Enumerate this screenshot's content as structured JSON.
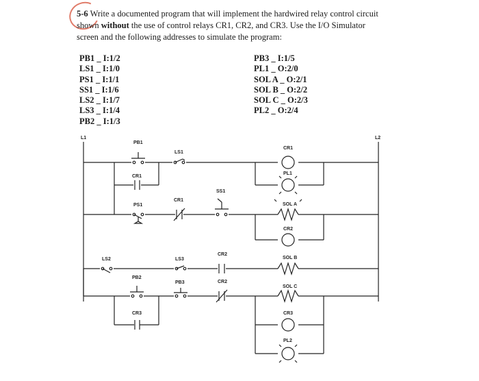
{
  "problem": {
    "number": "5-6",
    "text_a": "Write a documented program that will implement the hardwired relay control circuit",
    "text_b": "shown",
    "text_bold": "without",
    "text_c": "the use of control relays CR1, CR2, and CR3. Use the I/O Simulator",
    "text_d": "screen and the following addresses to simulate the program:"
  },
  "addresses_left": [
    "PB1 _ I:1/2",
    "LS1 _ I:1/0",
    "PS1 _ I:1/1",
    "SS1 _ I:1/6",
    "LS2 _ I:1/7",
    "LS3 _ I:1/4",
    "PB2 _ I:1/3"
  ],
  "addresses_right": [
    "PB3 _ I:1/5",
    "PL1 _ O:2/0",
    "SOL A _ O:2/1",
    "SOL B _ O:2/2",
    "SOL C _ O:2/3",
    "PL2 _ O:2/4"
  ],
  "ladder": {
    "rail_left": "L1",
    "rail_right": "L2",
    "labels": {
      "pb1": "PB1",
      "ls1": "LS1",
      "cr1_coil": "CR1",
      "cr1_contact_a": "CR1",
      "pl1": "PL1",
      "ss1": "SS1",
      "cr1_contact_b": "CR1",
      "ps1": "PS1",
      "sol_a": "SOL A",
      "cr2_coil": "CR2",
      "ls2": "LS2",
      "ls3": "LS3",
      "cr2_contact_a": "CR2",
      "sol_b": "SOL B",
      "pb2": "PB2",
      "pb3": "PB3",
      "cr2_contact_b": "CR2",
      "sol_c": "SOL C",
      "cr3_contact": "CR3",
      "cr3_coil": "CR3",
      "pl2": "PL2"
    }
  }
}
